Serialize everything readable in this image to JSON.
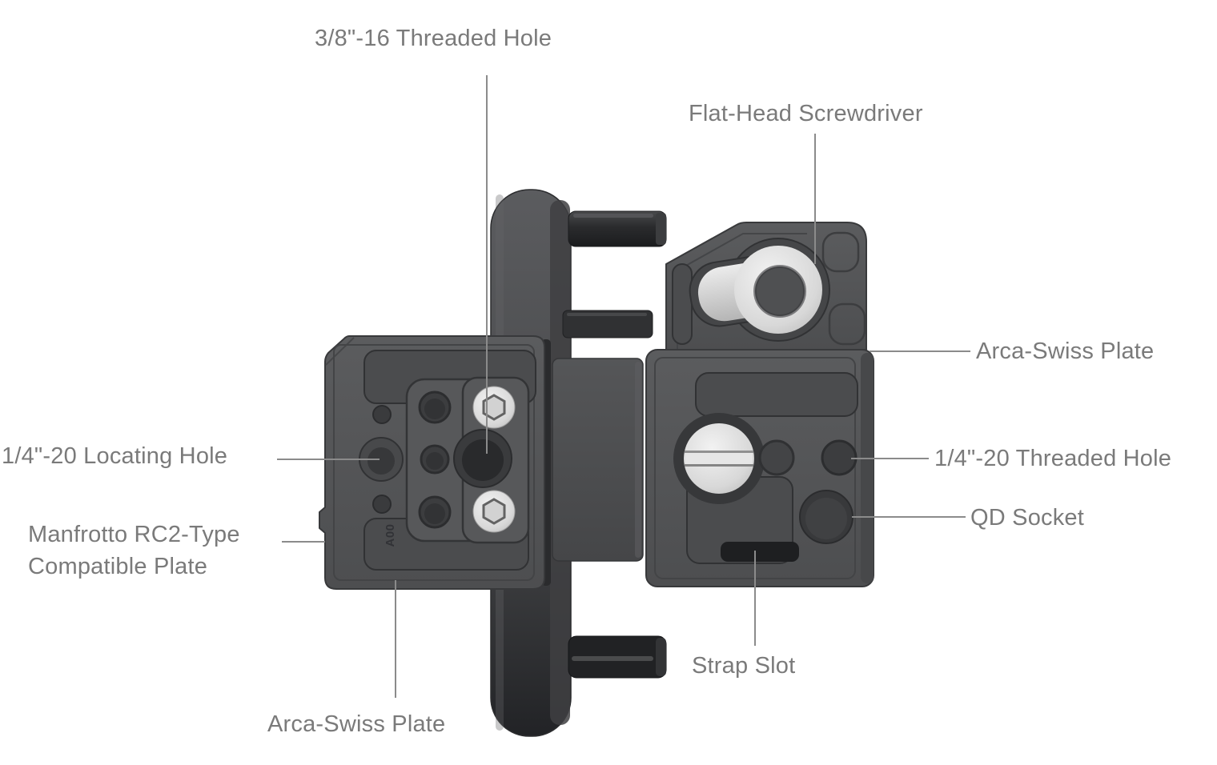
{
  "figure": {
    "type": "annotated-product-diagram",
    "subject": "Quick release mounting plate kit (side view) with callout labels",
    "plate_marking": "A00"
  },
  "labels": {
    "threaded_hole_38": "3/8\"-16 Threaded Hole",
    "flat_head_screwdriver": "Flat-Head Screwdriver",
    "arca_swiss_right": "Arca-Swiss Plate",
    "threaded_hole_14": "1/4\"-20 Threaded Hole",
    "qd_socket": "QD Socket",
    "locating_hole_14": "1/4\"-20 Locating Hole",
    "manfrotto_line1": "Manfrotto RC2-Type",
    "manfrotto_line2": "Compatible Plate",
    "arca_swiss_bottom": "Arca-Swiss Plate",
    "strap_slot": "Strap Slot"
  },
  "colors": {
    "background": "#ffffff",
    "label_text": "#7a7a7a",
    "leader_line": "#8b8b8b",
    "plate_body": "#565759",
    "plate_recess": "#4b4c4e",
    "plate_groove": "#323335",
    "dark_metal": "#222325",
    "silver": "#d6d6d6"
  }
}
